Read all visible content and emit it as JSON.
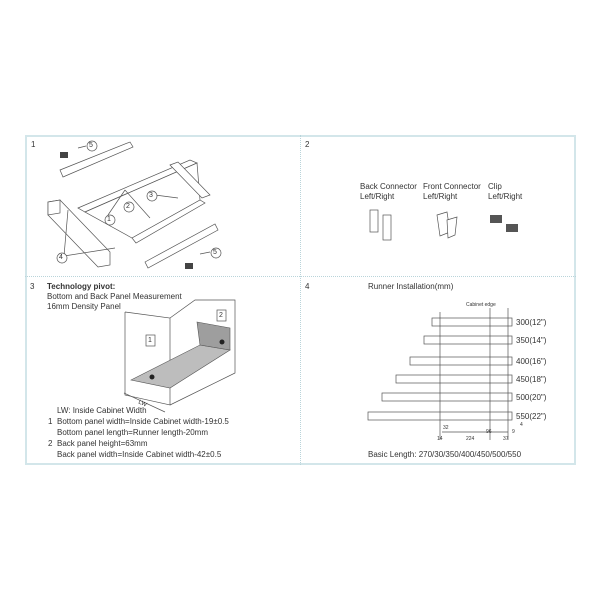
{
  "panels": [
    {
      "number": "1",
      "callouts": [
        "1",
        "2",
        "3",
        "4",
        "5",
        "5"
      ]
    },
    {
      "number": "2",
      "parts": [
        {
          "name": "Back Connector",
          "side": "Left/Right"
        },
        {
          "name": "Front Connector",
          "side": "Left/Right"
        },
        {
          "name": "Clip",
          "side": "Left/Right"
        }
      ]
    },
    {
      "number": "3",
      "title": "Technology pivot:",
      "subtitle1": "Bottom and Back Panel Measurement",
      "subtitle2": "16mm Density Panel",
      "callouts": [
        "1",
        "2"
      ],
      "lw_dim": "LW",
      "legend": "LW: Inside Cabinet Width",
      "notes": [
        {
          "num": "1",
          "line1": "Bottom panel width=Inside Cabinet width-19±0.5",
          "line2": "Bottom panel length=Runner length-20mm"
        },
        {
          "num": "2",
          "line1": "Back panel height=63mm",
          "line2": "Back panel width=Inside Cabinet width-42±0.5"
        }
      ]
    },
    {
      "number": "4",
      "title": "Runner Installation(mm)",
      "cabinet_edge": "Cabinet edge",
      "lengths": [
        "300(12\")",
        "350(14\")",
        "400(16\")",
        "450(18\")",
        "500(20\")",
        "550(22\")"
      ],
      "dims": [
        "32",
        "96",
        "9",
        "4",
        "14",
        "224",
        "37"
      ],
      "basic_length": "Basic Length: 270/30/350/400/450/500/550"
    }
  ],
  "colors": {
    "border": "#d3e6ea",
    "panel_fill": "#bdbdbd",
    "line": "#555555"
  }
}
